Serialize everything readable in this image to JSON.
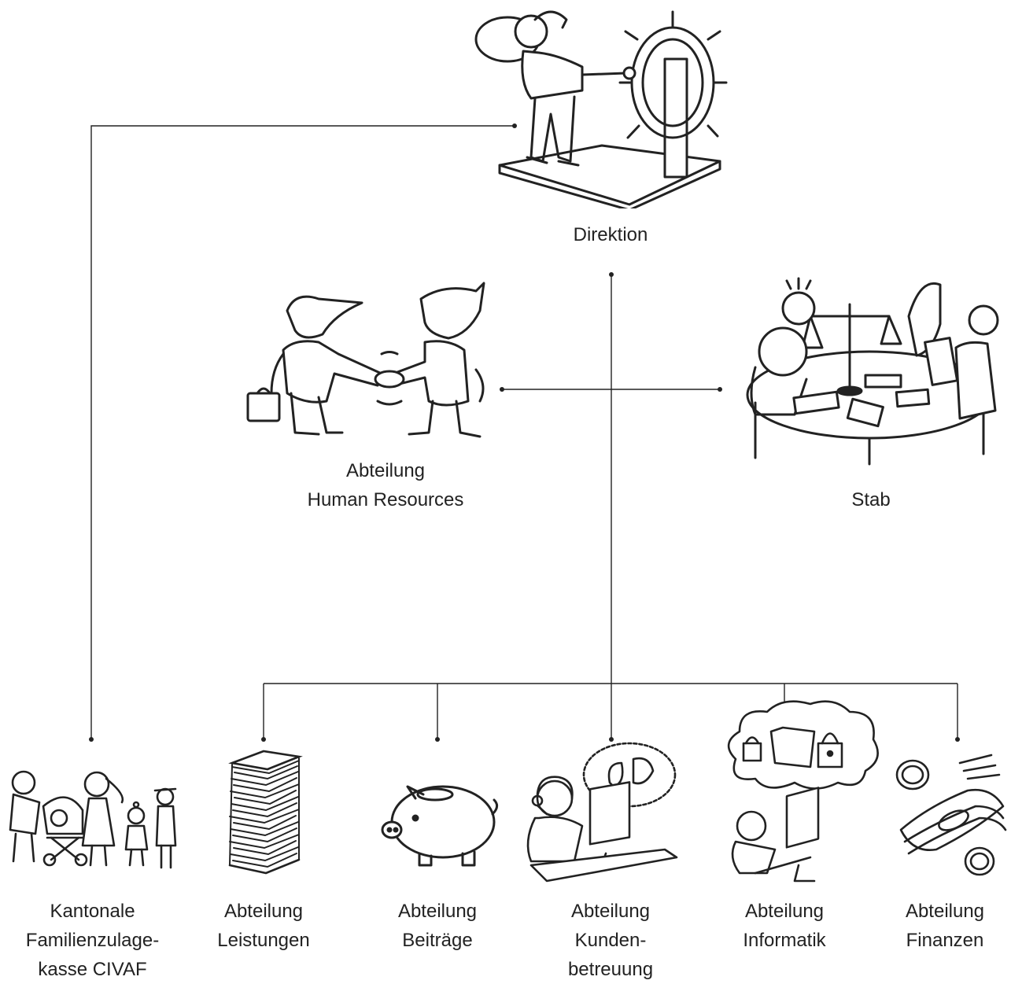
{
  "org_chart": {
    "direktion": {
      "lines": [
        "Direktion"
      ],
      "icon": "captain-wheel-icon"
    },
    "hr": {
      "lines": [
        "Abteilung",
        "Human Resources"
      ],
      "icon": "handshake-icon"
    },
    "stab": {
      "lines": [
        "Stab"
      ],
      "icon": "meeting-table-icon"
    },
    "civaf": {
      "lines": [
        "Kantonale",
        "Familienzulage-",
        "kasse CIVAF"
      ],
      "icon": "family-icon"
    },
    "leistungen": {
      "lines": [
        "Abteilung",
        "Leistungen"
      ],
      "icon": "paper-stack-icon"
    },
    "beitraege": {
      "lines": [
        "Abteilung",
        "Beiträge"
      ],
      "icon": "piggy-bank-icon"
    },
    "kundenbetreuung": {
      "lines": [
        "Abteilung",
        "Kunden-",
        "betreuung"
      ],
      "icon": "call-center-icon"
    },
    "informatik": {
      "lines": [
        "Abteilung",
        "Informatik"
      ],
      "icon": "cloud-computer-icon"
    },
    "finanzen": {
      "lines": [
        "Abteilung",
        "Finanzen"
      ],
      "icon": "money-icon"
    }
  }
}
